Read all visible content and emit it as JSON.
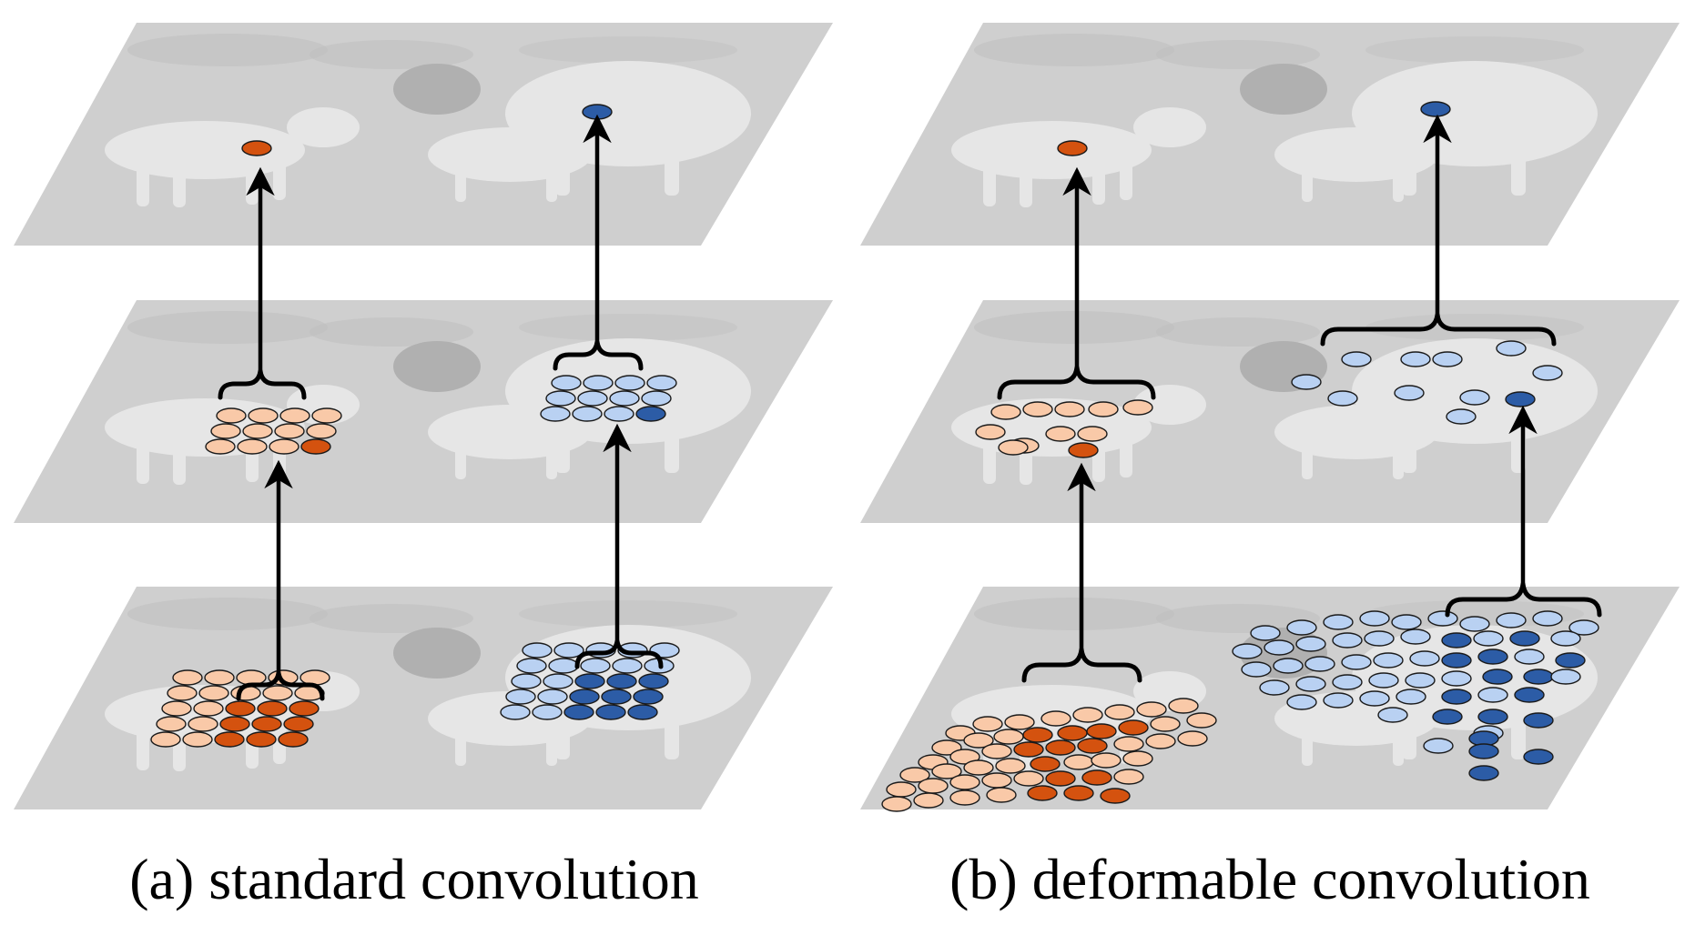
{
  "colors": {
    "orange_dark": "#d4520f",
    "orange_light": "#f9c9a8",
    "blue_dark": "#2c5ca6",
    "blue_light": "#b9d1f2",
    "plane": "#cfcfcf"
  },
  "panels": [
    {
      "id": "a",
      "caption": "(a) standard convolution"
    },
    {
      "id": "b",
      "caption": "(b) deformable convolution"
    }
  ]
}
